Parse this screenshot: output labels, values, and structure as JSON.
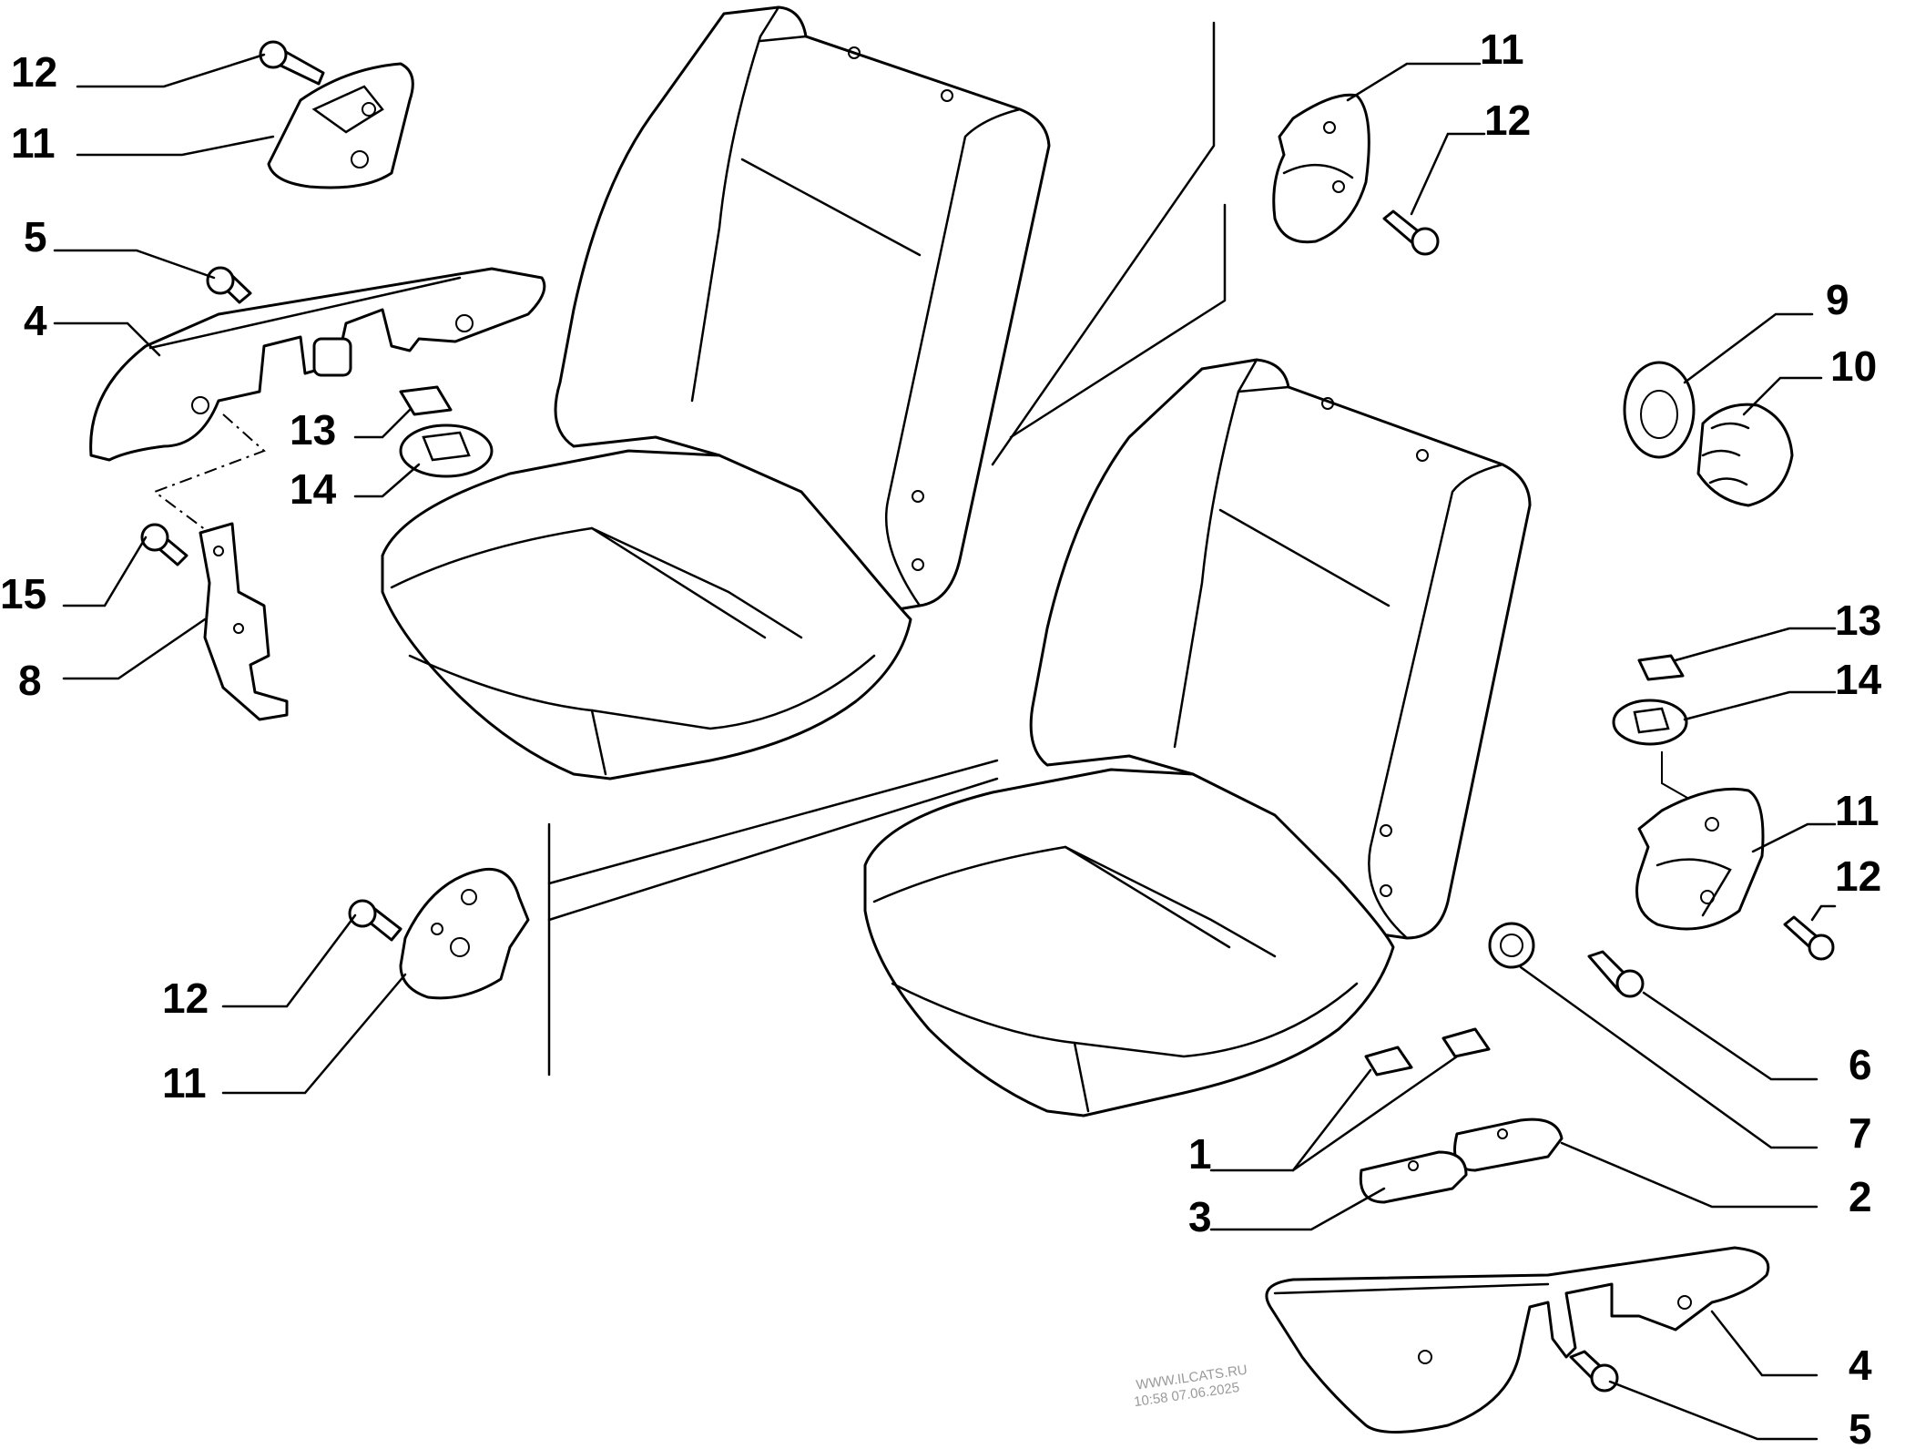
{
  "diagram": {
    "callouts": [
      {
        "id": "c-12-a",
        "text": "12"
      },
      {
        "id": "c-11-a",
        "text": "11"
      },
      {
        "id": "c-5-a",
        "text": "5"
      },
      {
        "id": "c-4-a",
        "text": "4"
      },
      {
        "id": "c-13-a",
        "text": "13"
      },
      {
        "id": "c-14-a",
        "text": "14"
      },
      {
        "id": "c-15",
        "text": "15"
      },
      {
        "id": "c-8",
        "text": "8"
      },
      {
        "id": "c-12-b",
        "text": "12"
      },
      {
        "id": "c-11-b",
        "text": "11"
      },
      {
        "id": "c-11-c",
        "text": "11"
      },
      {
        "id": "c-12-c",
        "text": "12"
      },
      {
        "id": "c-9",
        "text": "9"
      },
      {
        "id": "c-10",
        "text": "10"
      },
      {
        "id": "c-13-b",
        "text": "13"
      },
      {
        "id": "c-14-b",
        "text": "14"
      },
      {
        "id": "c-11-d",
        "text": "11"
      },
      {
        "id": "c-12-d",
        "text": "12"
      },
      {
        "id": "c-6",
        "text": "6"
      },
      {
        "id": "c-7",
        "text": "7"
      },
      {
        "id": "c-1",
        "text": "1"
      },
      {
        "id": "c-2",
        "text": "2"
      },
      {
        "id": "c-3",
        "text": "3"
      },
      {
        "id": "c-4-b",
        "text": "4"
      },
      {
        "id": "c-5-b",
        "text": "5"
      }
    ],
    "watermark": {
      "line1": "WWW.ILCATS.RU",
      "line2": "10:58 07.06.2025"
    }
  }
}
